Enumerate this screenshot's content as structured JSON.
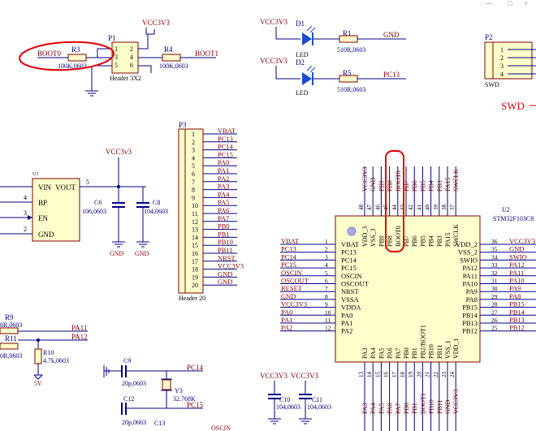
{
  "colors": {
    "wire": "#000080",
    "component_fill": "#ffffcc",
    "component_edge": "#800000",
    "net_label": "#800000",
    "designator": "#000080",
    "annotation_red": "#e00000",
    "led_blue": "#1a4ccf",
    "swd_red": "#e00000"
  },
  "top_left": {
    "boot0_label": "BOOT0",
    "r3_ref": "R3",
    "r3_value": "100K,0603",
    "p1_ref": "P1",
    "p1_pins": [
      "1",
      "2",
      "3",
      "4",
      "5",
      "6"
    ],
    "p1_name": "Header 3X2",
    "vcc": "VCC3V3",
    "r4_ref": "R4",
    "r4_value": "100K,0603",
    "boot1_label": "BOOT1"
  },
  "leds": {
    "vcc1": "VCC3V3",
    "vcc2": "VCC3V3",
    "d1": "D1",
    "d2": "D2",
    "led1": "LED",
    "led2": "LED",
    "r1": "R1",
    "r1_value": "510R,0603",
    "r5": "R5",
    "r5_value": "510R,0603",
    "gnd": "GND",
    "pc13": "PC13"
  },
  "swd": {
    "ref": "P2",
    "pins": [
      "1",
      "2",
      "3",
      "4"
    ],
    "name": "SWD",
    "big_label": "SWD"
  },
  "p3": {
    "ref": "P3",
    "name": "Header 20",
    "pins": [
      "1",
      "2",
      "3",
      "4",
      "5",
      "6",
      "7",
      "8",
      "9",
      "10",
      "11",
      "12",
      "13",
      "14",
      "15",
      "16",
      "17",
      "18",
      "19",
      "20"
    ],
    "nets": [
      "VBAT",
      "PC13",
      "PC14",
      "PC15",
      "PA0",
      "PA1",
      "PA2",
      "PA3",
      "PA4",
      "PA5",
      "PA6",
      "PA7",
      "PB0",
      "PB1",
      "PB10",
      "PB11",
      "NRST",
      "VCC3V3",
      "GND",
      "GND"
    ]
  },
  "regulator": {
    "ref": "U3",
    "vin": "VIN",
    "vout": "VOUT",
    "bp": "BP",
    "en": "EN",
    "gnd": "GND",
    "pin_vout": "5",
    "pin_bp": "4",
    "pin_en": "3",
    "pin_gnd": "2",
    "vcc": "VCC3v3",
    "c6": "C6",
    "c6_value": "106,0603",
    "c8": "C8",
    "c8_value": "104,0603",
    "gnd1": "GND",
    "gnd2": "GND"
  },
  "bottom_left": {
    "r9": "R9",
    "r9_value": "0R,0603",
    "r11": "R11",
    "r11_value": "0R,0603",
    "pa11": "PA11",
    "pa12": "PA12",
    "r10": "R10",
    "r10_value": "4.7k,0603",
    "v5": "5V"
  },
  "crystal": {
    "c9": "C9",
    "c9_value": "20p,0603",
    "c12": "C12",
    "c12_value": "20p,0603",
    "c13": "C13",
    "y3": "Y3",
    "y3_value": "32.768K",
    "pc14": "PC14",
    "pc15": "PC15",
    "oscin": "OSCIN"
  },
  "bottom_caps": {
    "vcc1": "VCC3V3",
    "vcc2": "VCC3V3",
    "c10": "C10",
    "c10_value": "104,0603",
    "c11": "C11",
    "c11_value": "104,0603"
  },
  "mcu": {
    "ref": "U2",
    "part": "STM32F103C8",
    "left_pins": [
      {
        "num": "1",
        "name": "VBAT",
        "net": "VBAT"
      },
      {
        "num": "2",
        "name": "PC13",
        "net": "PC13"
      },
      {
        "num": "3",
        "name": "PC14",
        "net": "PC14"
      },
      {
        "num": "4",
        "name": "PC15",
        "net": "PC15"
      },
      {
        "num": "5",
        "name": "OSCIN",
        "net": "OSCIN"
      },
      {
        "num": "6",
        "name": "OSCOUT",
        "net": "OSCOUT"
      },
      {
        "num": "7",
        "name": "NRST",
        "net": "RESET"
      },
      {
        "num": "8",
        "name": "VSSA",
        "net": "GND"
      },
      {
        "num": "9",
        "name": "VDDA",
        "net": "VCC3V3"
      },
      {
        "num": "10",
        "name": "PA0",
        "net": "PA0"
      },
      {
        "num": "11",
        "name": "PA1",
        "net": "PA1"
      },
      {
        "num": "12",
        "name": "PA2",
        "net": "PA2"
      }
    ],
    "right_pins": [
      {
        "num": "36",
        "name": "VDD_2",
        "net": "VCC3V3"
      },
      {
        "num": "35",
        "name": "VSS_2",
        "net": "GND"
      },
      {
        "num": "34",
        "name": "SWIO",
        "net": "SWIO"
      },
      {
        "num": "33",
        "name": "PA12",
        "net": "PA12"
      },
      {
        "num": "32",
        "name": "PA11",
        "net": "PA11"
      },
      {
        "num": "31",
        "name": "PA10",
        "net": "PA10"
      },
      {
        "num": "30",
        "name": "PA9",
        "net": "PA9"
      },
      {
        "num": "29",
        "name": "PA8",
        "net": "PA8"
      },
      {
        "num": "28",
        "name": "PB15",
        "net": "PB15"
      },
      {
        "num": "27",
        "name": "PB14",
        "net": "PB14"
      },
      {
        "num": "26",
        "name": "PB13",
        "net": "PB13"
      },
      {
        "num": "25",
        "name": "PB12",
        "net": "PB12"
      }
    ],
    "top_pins": [
      {
        "num": "48",
        "name": "VDD_3",
        "net": "VCC3V3"
      },
      {
        "num": "47",
        "name": "VSS_3",
        "net": "GND"
      },
      {
        "num": "46",
        "name": "PB9",
        "net": "PB9"
      },
      {
        "num": "45",
        "name": "PB8",
        "net": "PB8"
      },
      {
        "num": "44",
        "name": "BOOT0",
        "net": "BOOT0"
      },
      {
        "num": "43",
        "name": "PB7",
        "net": "PB7"
      },
      {
        "num": "42",
        "name": "PB6",
        "net": "PB6"
      },
      {
        "num": "41",
        "name": "PB5",
        "net": "PB5"
      },
      {
        "num": "40",
        "name": "PB4",
        "net": "PB4"
      },
      {
        "num": "39",
        "name": "PB3",
        "net": "PB3"
      },
      {
        "num": "38",
        "name": "PA15",
        "net": "PA15"
      },
      {
        "num": "37",
        "name": "SWCLK",
        "net": "SWCLK"
      }
    ],
    "bottom_pins": [
      {
        "num": "13",
        "name": "PA3",
        "net": "PA3"
      },
      {
        "num": "14",
        "name": "PA4",
        "net": "PA4"
      },
      {
        "num": "15",
        "name": "PA5",
        "net": "PA5"
      },
      {
        "num": "16",
        "name": "PA6",
        "net": "PA6"
      },
      {
        "num": "17",
        "name": "PA7",
        "net": "PA7"
      },
      {
        "num": "18",
        "name": "PB0",
        "net": "PB0"
      },
      {
        "num": "19",
        "name": "PB1",
        "net": "PB1"
      },
      {
        "num": "20",
        "name": "PB2/BOOT1",
        "net": "BOOT1"
      },
      {
        "num": "21",
        "name": "PB10",
        "net": "PB10"
      },
      {
        "num": "22",
        "name": "PB11",
        "net": "PB11"
      },
      {
        "num": "23",
        "name": "VSS_1",
        "net": "GND"
      },
      {
        "num": "24",
        "name": "VDD_1",
        "net": "VCC3V3"
      }
    ]
  }
}
